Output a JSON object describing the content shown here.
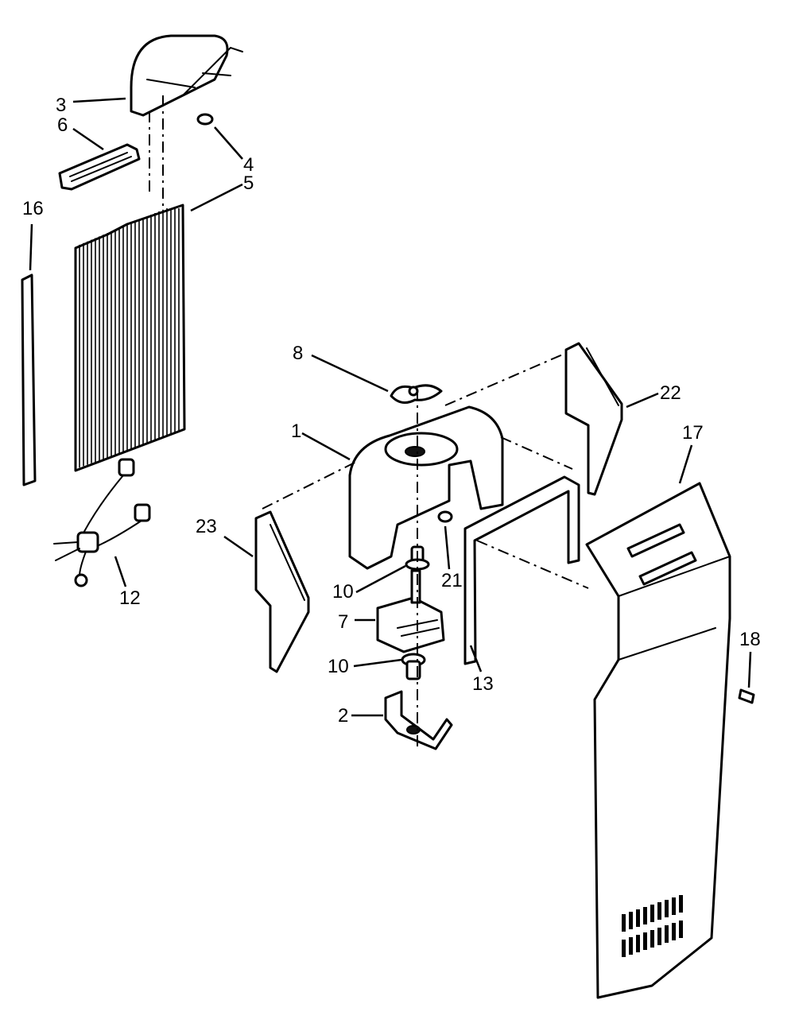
{
  "diagram": {
    "parts": [
      {
        "number": "1",
        "name": "fan-shroud"
      },
      {
        "number": "2",
        "name": "motor-bracket"
      },
      {
        "number": "3",
        "name": "evaporator-cover-top"
      },
      {
        "number": "4",
        "name": "screw"
      },
      {
        "number": "5",
        "name": "evaporator-cover"
      },
      {
        "number": "6",
        "name": "air-grille"
      },
      {
        "number": "7",
        "name": "fan-motor"
      },
      {
        "number": "8",
        "name": "fan-blade"
      },
      {
        "number": "10",
        "name": "grommet"
      },
      {
        "number": "12",
        "name": "wire-harness"
      },
      {
        "number": "13",
        "name": "gasket"
      },
      {
        "number": "16",
        "name": "side-strip"
      },
      {
        "number": "17",
        "name": "rear-panel"
      },
      {
        "number": "18",
        "name": "screw"
      },
      {
        "number": "21",
        "name": "screw"
      },
      {
        "number": "22",
        "name": "baffle-right"
      },
      {
        "number": "23",
        "name": "baffle-left"
      }
    ],
    "labels": {
      "l1": "1",
      "l2": "2",
      "l3": "3",
      "l4": "4",
      "l5": "5",
      "l6": "6",
      "l7": "7",
      "l8": "8",
      "l10a": "10",
      "l10b": "10",
      "l12": "12",
      "l13": "13",
      "l16": "16",
      "l17": "17",
      "l18": "18",
      "l21": "21",
      "l22": "22",
      "l23": "23"
    }
  }
}
